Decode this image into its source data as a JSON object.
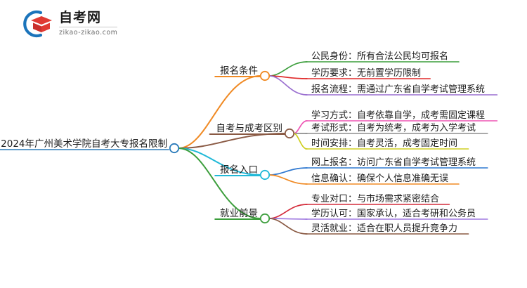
{
  "logo": {
    "title": "自考网",
    "subtitle": "zikao-zikao.com",
    "mark_name": "zikao-logo-icon",
    "arc_color": "#1b74bb",
    "cap_color": "#e03a33"
  },
  "mindmap": {
    "root": {
      "label": "2024年广州美术学院自考大专报名限制",
      "node_color": "#2b7bba",
      "underline_color": "#2b7bba"
    },
    "branches": [
      {
        "label": "报名条件",
        "node_color": "#f08a24",
        "link_color": "#f08a24",
        "children": [
          {
            "label": "公民身份：所有合法公民均可报名",
            "color": "#3c9e3c"
          },
          {
            "label": "学历要求：无前置学历限制",
            "color": "#e02a2a"
          },
          {
            "label": "报名流程：需通过广东省自学考试管理系统",
            "color": "#9a6fd0"
          }
        ]
      },
      {
        "label": "自考与成考区别",
        "node_color": "#8a5a44",
        "link_color": "#8a5a44",
        "children": [
          {
            "label": "学习方式：自考依靠自学，成考需固定课程",
            "color": "#ee55b4"
          },
          {
            "label": "考试形式：自考为统考，成考为入学考试",
            "color": "#8e8e8e"
          },
          {
            "label": "时间安排：自考灵活，成考固定时间",
            "color": "#cfcf21"
          }
        ]
      },
      {
        "label": "报名入口",
        "node_color": "#21b9d8",
        "link_color": "#21b9d8",
        "children": [
          {
            "label": "网上报名：访问广东省自学考试管理系统",
            "color": "#2f78d0"
          },
          {
            "label": "信息确认：确保个人信息准确无误",
            "color": "#f08a24"
          }
        ]
      },
      {
        "label": "就业前景",
        "node_color": "#3c9e3c",
        "link_color": "#3c9e3c",
        "children": [
          {
            "label": "专业对口：与市场需求紧密结合",
            "color": "#d42b3a"
          },
          {
            "label": "学历认可：国家承认，适合考研和公务员",
            "color": "#a07ae0"
          },
          {
            "label": "灵活就业：适合在职人员提升竞争力",
            "color": "#8a5a44"
          }
        ]
      }
    ]
  }
}
